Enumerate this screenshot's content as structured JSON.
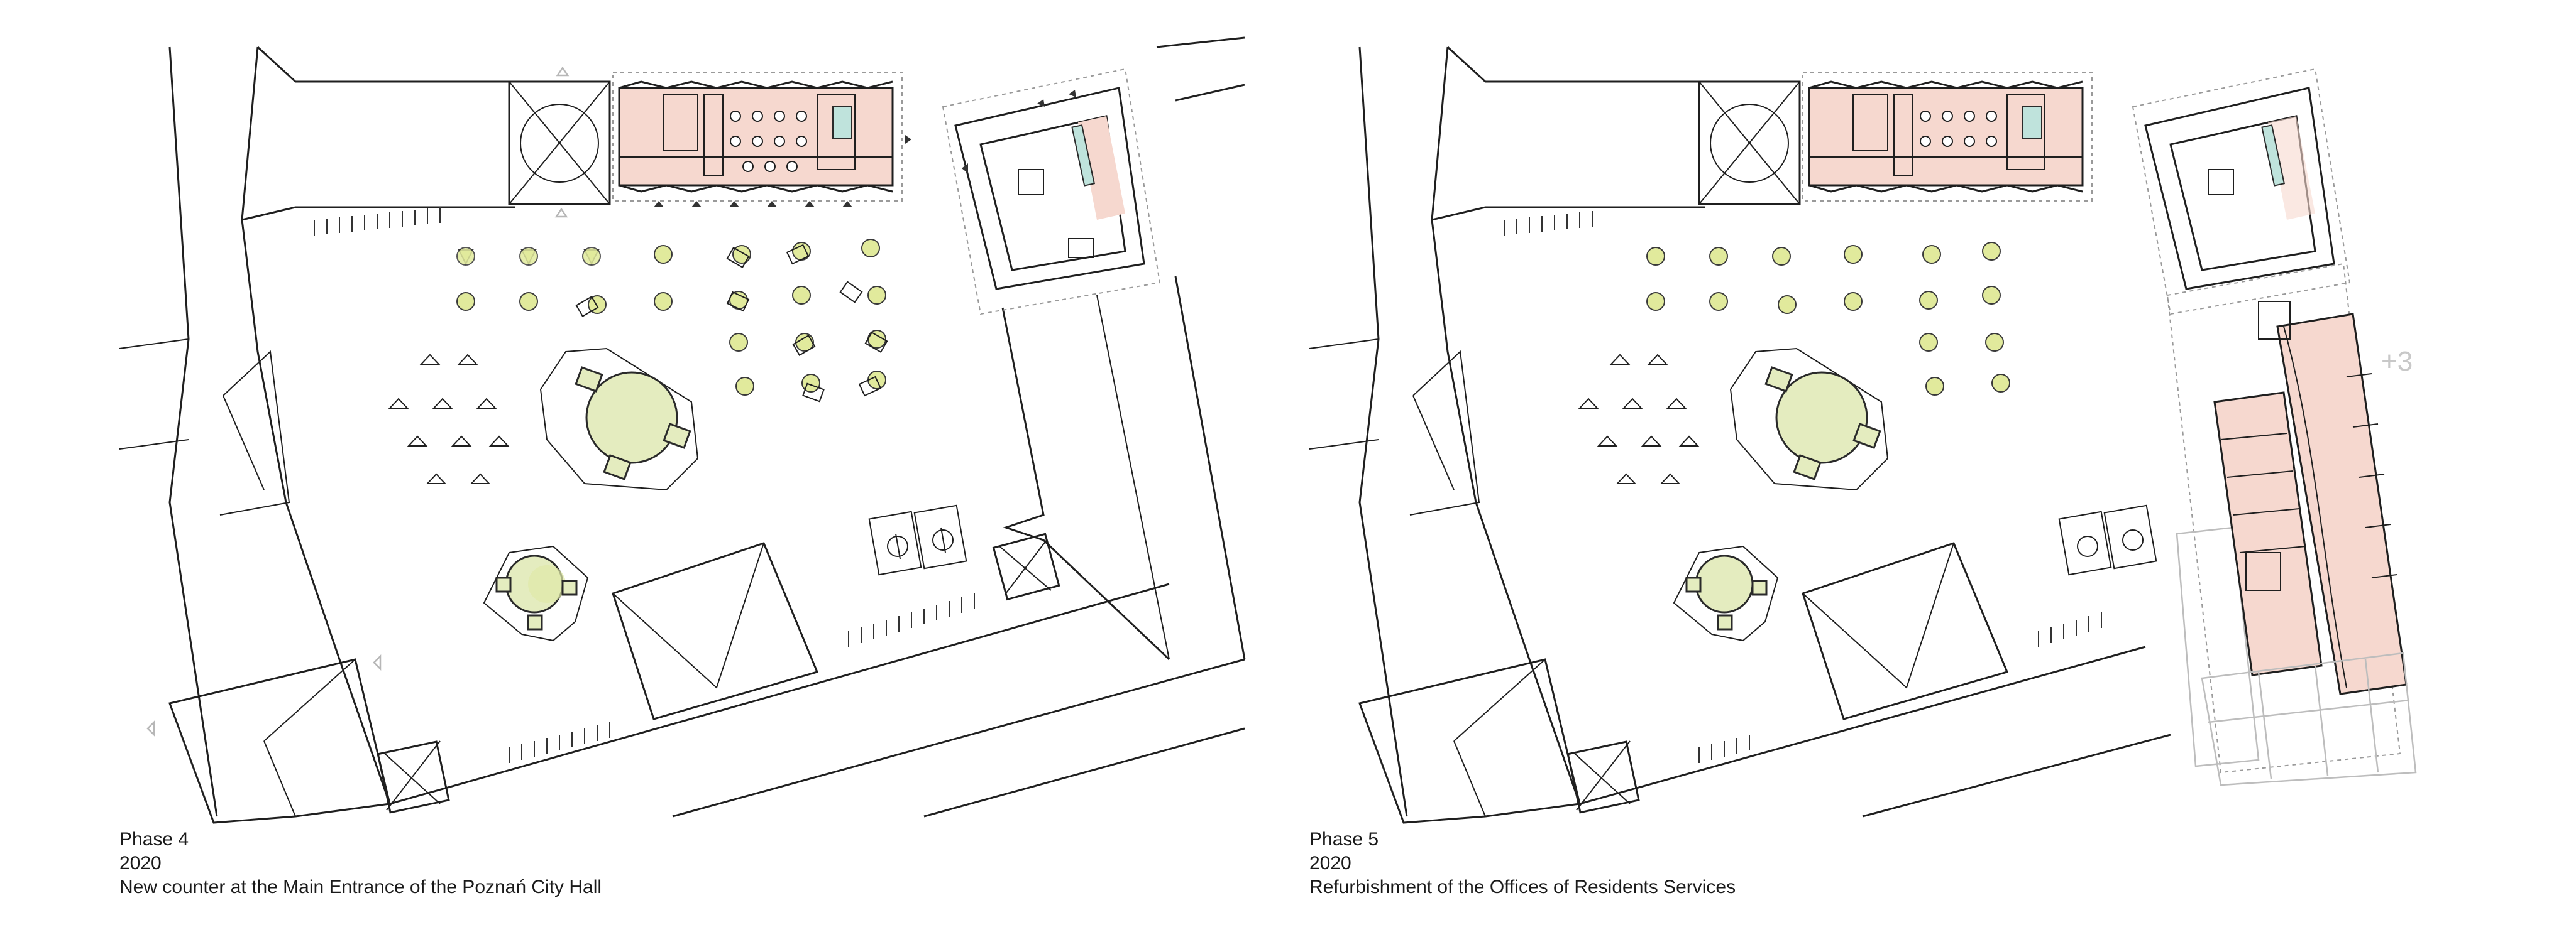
{
  "panels": [
    {
      "phase": "Phase 4",
      "year": "2020",
      "description": "New counter at the Main Entrance of the Poznań City Hall"
    },
    {
      "phase": "Phase 5",
      "year": "2020",
      "description": "Refurbishment of the Offices of Residents Services",
      "annotation": "+3"
    }
  ],
  "colors": {
    "line": "#1f1f1f",
    "office_fill": "#f6d8cf",
    "greenery": "#e1ea9c",
    "water": "#bfe3dc",
    "ghost_building": "#bdbdbd"
  },
  "icons": [
    "tree-icon",
    "triangle-tree-icon",
    "accessible-parking-icon",
    "bicycle-rack-icon",
    "entrance-arrow-icon"
  ]
}
